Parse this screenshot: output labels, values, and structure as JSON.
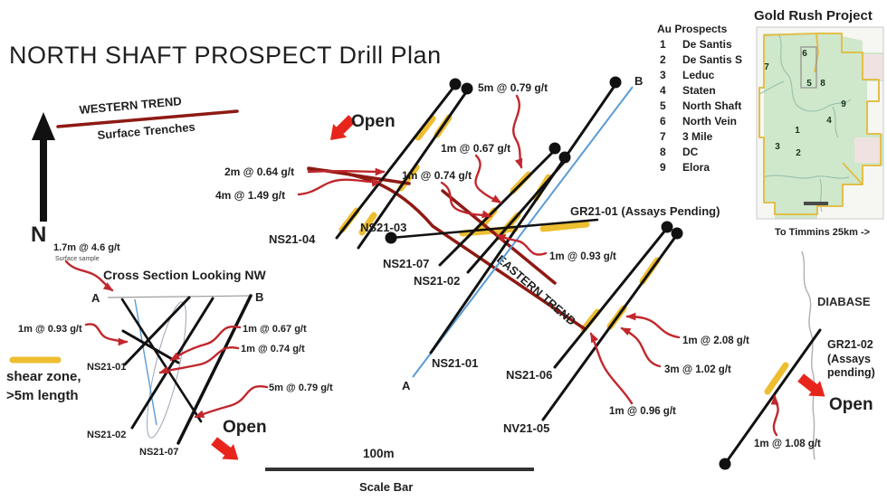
{
  "title": "NORTH SHAFT PROSPECT Drill Plan",
  "compass": {
    "north": "N"
  },
  "western_trend": {
    "label": "WESTERN TREND",
    "sublabel": "Surface Trenches"
  },
  "eastern_trend": {
    "label": "EASTERN TREND"
  },
  "surface_sample": {
    "value": "1.7m @ 4.6 g/t",
    "note": "Surface sample"
  },
  "plan": {
    "open_label": "Open",
    "a": "A",
    "b": "B",
    "holes": {
      "ns2104": "NS21-04",
      "ns2103": "NS21-03",
      "ns2107": "NS21-07",
      "ns2102": "NS21-02",
      "ns2101": "NS21-01",
      "ns2106": "NS21-06",
      "nv2105": "NV21-05",
      "gr2101": "GR21-01 (Assays Pending)"
    },
    "assays": {
      "v2m064": "2m @ 0.64 g/t",
      "v4m149": "4m @ 1.49 g/t",
      "v5m079": "5m @ 0.79 g/t",
      "v1m067": "1m @ 0.67 g/t",
      "v1m074": "1m @ 0.74 g/t",
      "v1m093": "1m @ 0.93 g/t",
      "v1m208": "1m @ 2.08 g/t",
      "v3m102": "3m @ 1.02 g/t",
      "v1m096": "1m @ 0.96 g/t"
    }
  },
  "section": {
    "title": "Cross Section Looking NW",
    "a": "A",
    "b": "B",
    "open_label": "Open",
    "holes": {
      "ns2101": "NS21-01",
      "ns2102": "NS21-02",
      "ns2107": "NS21-07"
    },
    "assays": {
      "v1m093": "1m @ 0.93 g/t",
      "v1m067": "1m @ 0.67 g/t",
      "v1m074": "1m @ 0.74 g/t",
      "v5m079": "5m @ 0.79 g/t"
    }
  },
  "gr2102": {
    "name": "GR21-02",
    "status1": "(Assays",
    "status2": "pending)",
    "open_label": "Open",
    "assay": "1m @ 1.08 g/t",
    "diabase": "DIABASE"
  },
  "legend": {
    "line1": "shear zone,",
    "line2": ">5m length"
  },
  "scalebar": {
    "length": "100m",
    "label": "Scale Bar"
  },
  "prospects": {
    "title": "Au Prospects",
    "items": [
      {
        "num": "1",
        "name": "De Santis"
      },
      {
        "num": "2",
        "name": "De Santis S"
      },
      {
        "num": "3",
        "name": "Leduc"
      },
      {
        "num": "4",
        "name": "Staten"
      },
      {
        "num": "5",
        "name": "North Shaft"
      },
      {
        "num": "6",
        "name": "North Vein"
      },
      {
        "num": "7",
        "name": "3 Mile"
      },
      {
        "num": "8",
        "name": "DC"
      },
      {
        "num": "9",
        "name": "Elora"
      }
    ]
  },
  "inset": {
    "title": "Gold Rush Project",
    "caption": "To Timmins 25km ->",
    "markers": {
      "m1": "1",
      "m2": "2",
      "m3": "3",
      "m4": "4",
      "m5": "5",
      "m6": "6",
      "m7": "7",
      "m8": "8",
      "m9": "9"
    }
  },
  "colors": {
    "trend_red": "#8e1a13",
    "annotation_red": "#c1272d",
    "open_arrow_red": "#e8251c",
    "shear_yellow": "#eebe31",
    "section_line_blue": "#5b9bd5",
    "map_green": "#cfe7cb",
    "claim_yellow": "#e2bf4a"
  }
}
